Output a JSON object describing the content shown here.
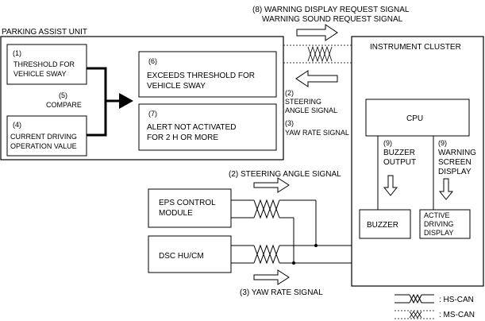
{
  "labels": {
    "sig8_line1": "(8) WARNING DISPLAY REQUEST SIGNAL",
    "sig8_line2": "WARNING SOUND REQUEST SIGNAL",
    "parking_assist_unit": "PARKING ASSIST UNIT",
    "instrument_cluster": "INSTRUMENT CLUSTER",
    "box1_num": "(1)",
    "box1_l1": "THRESHOLD FOR",
    "box1_l2": "VEHICLE SWAY",
    "compare_num": "(5)",
    "compare": "COMPARE",
    "box4_num": "(4)",
    "box4_l1": "CURRENT DRIVING",
    "box4_l2": "OPERATION VALUE",
    "box6_num": "(6)",
    "box6_l1": "EXCEEDS THRESHOLD FOR",
    "box6_l2": "VEHICLE SWAY",
    "box7_num": "(7)",
    "box7_l1": "ALERT NOT ACTIVATED",
    "box7_l2": "FOR 2 H OR MORE",
    "sig2_num": "(2)",
    "sig2_l1": "STEERING",
    "sig2_l2": "ANGLE SIGNAL",
    "sig3_num": "(3)",
    "sig3_l1": "YAW RATE SIGNAL",
    "cpu": "CPU",
    "buzzer_out_num": "(9)",
    "buzzer_out_l1": "BUZZER",
    "buzzer_out_l2": "OUTPUT",
    "warn_disp_num": "(9)",
    "warn_disp_l1": "WARNING",
    "warn_disp_l2": "SCREEN",
    "warn_disp_l3": "DISPLAY",
    "buzzer": "BUZZER",
    "active_l1": "ACTIVE",
    "active_l2": "DRIVING",
    "active_l3": "DISPLAY",
    "steering_signal_bottom": "(2) STEERING ANGLE SIGNAL",
    "eps_l1": "EPS CONTROL",
    "eps_l2": "MODULE",
    "dsc": "DSC HU/CM",
    "yaw_signal_bottom": "(3) YAW RATE SIGNAL",
    "legend_hs": ": HS-CAN",
    "legend_ms": ": MS-CAN"
  }
}
